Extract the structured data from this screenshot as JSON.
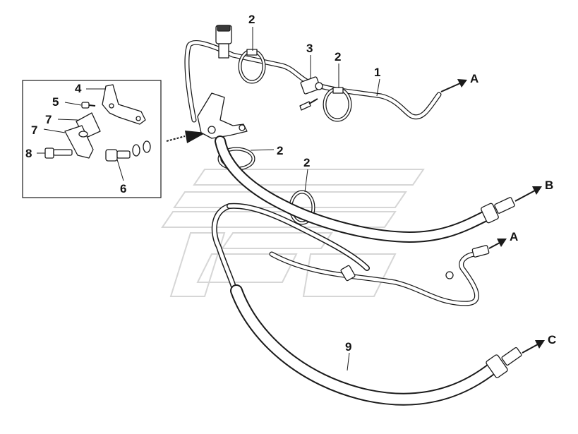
{
  "callouts": {
    "part_1": "1",
    "part_2a": "2",
    "part_2b": "2",
    "part_2c": "2",
    "part_2d": "2",
    "part_3": "3",
    "part_4": "4",
    "part_5": "5",
    "part_6": "6",
    "part_7a": "7",
    "part_7b": "7",
    "part_8": "8",
    "part_9": "9"
  },
  "connections": {
    "a_top": "A",
    "b": "B",
    "a_mid": "A",
    "c": "C"
  },
  "colors": {
    "line": "#1a1a1a",
    "watermark": "#d6d6d6",
    "background": "#ffffff"
  }
}
